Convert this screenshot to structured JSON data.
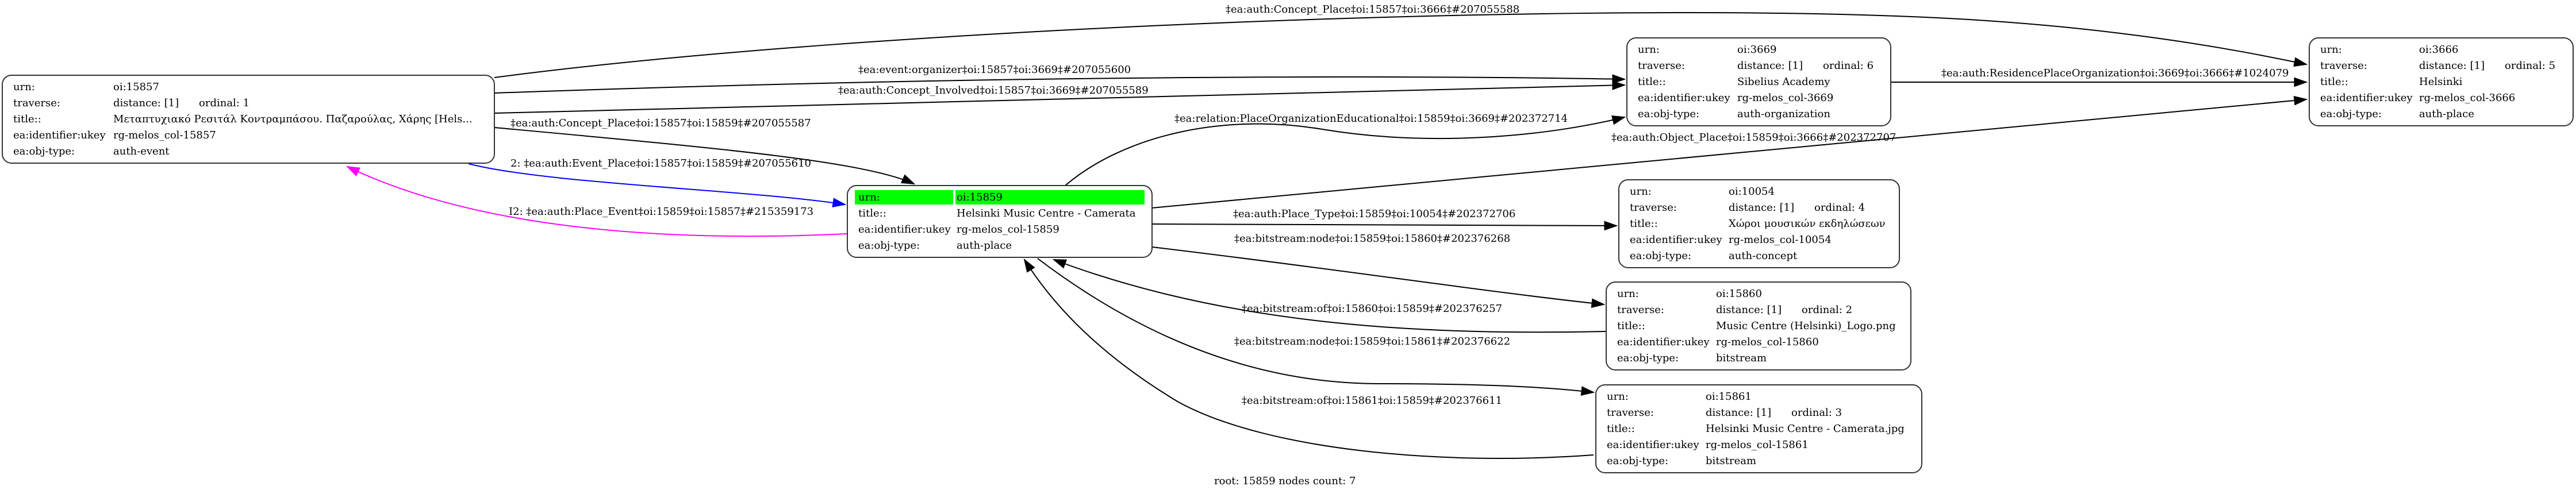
{
  "graph": {
    "footer": "root: 15859 nodes count: 7",
    "highlight_color": "#00ff00",
    "root_id": "15859"
  },
  "nodes": [
    {
      "id": "15857",
      "rows": [
        {
          "label": "urn:",
          "value": "oi:15857"
        },
        {
          "label": "traverse:",
          "value": "distance: [1]",
          "extra": "ordinal: 1"
        },
        {
          "label": "title::",
          "value": "Μεταπτυχιακό Ρεσιτάλ Κοντραμπάσου. Παζαρούλας, Χάρης [Hels..."
        },
        {
          "label": "ea:identifier:ukey",
          "value": "rg-melos_col-15857"
        },
        {
          "label": "ea:obj-type:",
          "value": "auth-event"
        }
      ]
    },
    {
      "id": "3669",
      "rows": [
        {
          "label": "urn:",
          "value": "oi:3669"
        },
        {
          "label": "traverse:",
          "value": "distance: [1]",
          "extra": "ordinal: 6"
        },
        {
          "label": "title::",
          "value": "Sibelius Academy"
        },
        {
          "label": "ea:identifier:ukey",
          "value": "rg-melos_col-3669"
        },
        {
          "label": "ea:obj-type:",
          "value": "auth-organization"
        }
      ]
    },
    {
      "id": "3666",
      "rows": [
        {
          "label": "urn:",
          "value": "oi:3666"
        },
        {
          "label": "traverse:",
          "value": "distance: [1]",
          "extra": "ordinal: 5"
        },
        {
          "label": "title::",
          "value": "Helsinki"
        },
        {
          "label": "ea:identifier:ukey",
          "value": "rg-melos_col-3666"
        },
        {
          "label": "ea:obj-type:",
          "value": "auth-place"
        }
      ]
    },
    {
      "id": "15859",
      "rows": [
        {
          "label": "urn:",
          "value": "oi:15859"
        },
        {
          "label": "title::",
          "value": "Helsinki Music Centre - Camerata"
        },
        {
          "label": "ea:identifier:ukey",
          "value": "rg-melos_col-15859"
        },
        {
          "label": "ea:obj-type:",
          "value": "auth-place"
        }
      ]
    },
    {
      "id": "10054",
      "rows": [
        {
          "label": "urn:",
          "value": "oi:10054"
        },
        {
          "label": "traverse:",
          "value": "distance: [1]",
          "extra": "ordinal: 4"
        },
        {
          "label": "title::",
          "value": "Χώροι μουσικών εκδηλώσεων"
        },
        {
          "label": "ea:identifier:ukey",
          "value": "rg-melos_col-10054"
        },
        {
          "label": "ea:obj-type:",
          "value": "auth-concept"
        }
      ]
    },
    {
      "id": "15860",
      "rows": [
        {
          "label": "urn:",
          "value": "oi:15860"
        },
        {
          "label": "traverse:",
          "value": "distance: [1]",
          "extra": "ordinal: 2"
        },
        {
          "label": "title::",
          "value": "Music Centre (Helsinki)_Logo.png"
        },
        {
          "label": "ea:identifier:ukey",
          "value": "rg-melos_col-15860"
        },
        {
          "label": "ea:obj-type:",
          "value": "bitstream"
        }
      ]
    },
    {
      "id": "15861",
      "rows": [
        {
          "label": "urn:",
          "value": "oi:15861"
        },
        {
          "label": "traverse:",
          "value": "distance: [1]",
          "extra": "ordinal: 3"
        },
        {
          "label": "title::",
          "value": "Helsinki Music Centre - Camerata.jpg"
        },
        {
          "label": "ea:identifier:ukey",
          "value": "rg-melos_col-15861"
        },
        {
          "label": "ea:obj-type:",
          "value": "bitstream"
        }
      ]
    }
  ],
  "edges": [
    {
      "from": "15857",
      "to": "3666",
      "label": "‡ea:auth:Concept_Place‡oi:15857‡oi:3666‡#207055588",
      "color": "#000000"
    },
    {
      "from": "15857",
      "to": "3669",
      "label": "‡ea:event:organizer‡oi:15857‡oi:3669‡#207055600",
      "color": "#000000"
    },
    {
      "from": "15857",
      "to": "3669",
      "label": "‡ea:auth:Concept_Involved‡oi:15857‡oi:3669‡#207055589",
      "color": "#000000"
    },
    {
      "from": "15857",
      "to": "15859",
      "label": "‡ea:auth:Concept_Place‡oi:15857‡oi:15859‡#207055587",
      "color": "#000000"
    },
    {
      "from": "15857",
      "to": "15859",
      "label": "2: ‡ea:auth:Event_Place‡oi:15857‡oi:15859‡#207055610",
      "color": "#0000ff"
    },
    {
      "from": "15859",
      "to": "15857",
      "label": "I2: ‡ea:auth:Place_Event‡oi:15859‡oi:15857‡#215359173",
      "color": "#ff00ff"
    },
    {
      "from": "15859",
      "to": "3669",
      "label": "‡ea:relation:PlaceOrganizationEducational‡oi:15859‡oi:3669‡#202372714",
      "color": "#000000"
    },
    {
      "from": "15859",
      "to": "3666",
      "label": "‡ea:auth:Object_Place‡oi:15859‡oi:3666‡#202372707",
      "color": "#000000"
    },
    {
      "from": "3669",
      "to": "3666",
      "label": "‡ea:auth:ResidencePlaceOrganization‡oi:3669‡oi:3666‡#1024079",
      "color": "#000000"
    },
    {
      "from": "15859",
      "to": "10054",
      "label": "‡ea:auth:Place_Type‡oi:15859‡oi:10054‡#202372706",
      "color": "#000000"
    },
    {
      "from": "15859",
      "to": "15860",
      "label": "‡ea:bitstream:node‡oi:15859‡oi:15860‡#202376268",
      "color": "#000000"
    },
    {
      "from": "15860",
      "to": "15859",
      "label": "‡ea:bitstream:of‡oi:15860‡oi:15859‡#202376257",
      "color": "#000000"
    },
    {
      "from": "15859",
      "to": "15861",
      "label": "‡ea:bitstream:node‡oi:15859‡oi:15861‡#202376622",
      "color": "#000000"
    },
    {
      "from": "15861",
      "to": "15859",
      "label": "‡ea:bitstream:of‡oi:15861‡oi:15859‡#202376611",
      "color": "#000000"
    }
  ]
}
